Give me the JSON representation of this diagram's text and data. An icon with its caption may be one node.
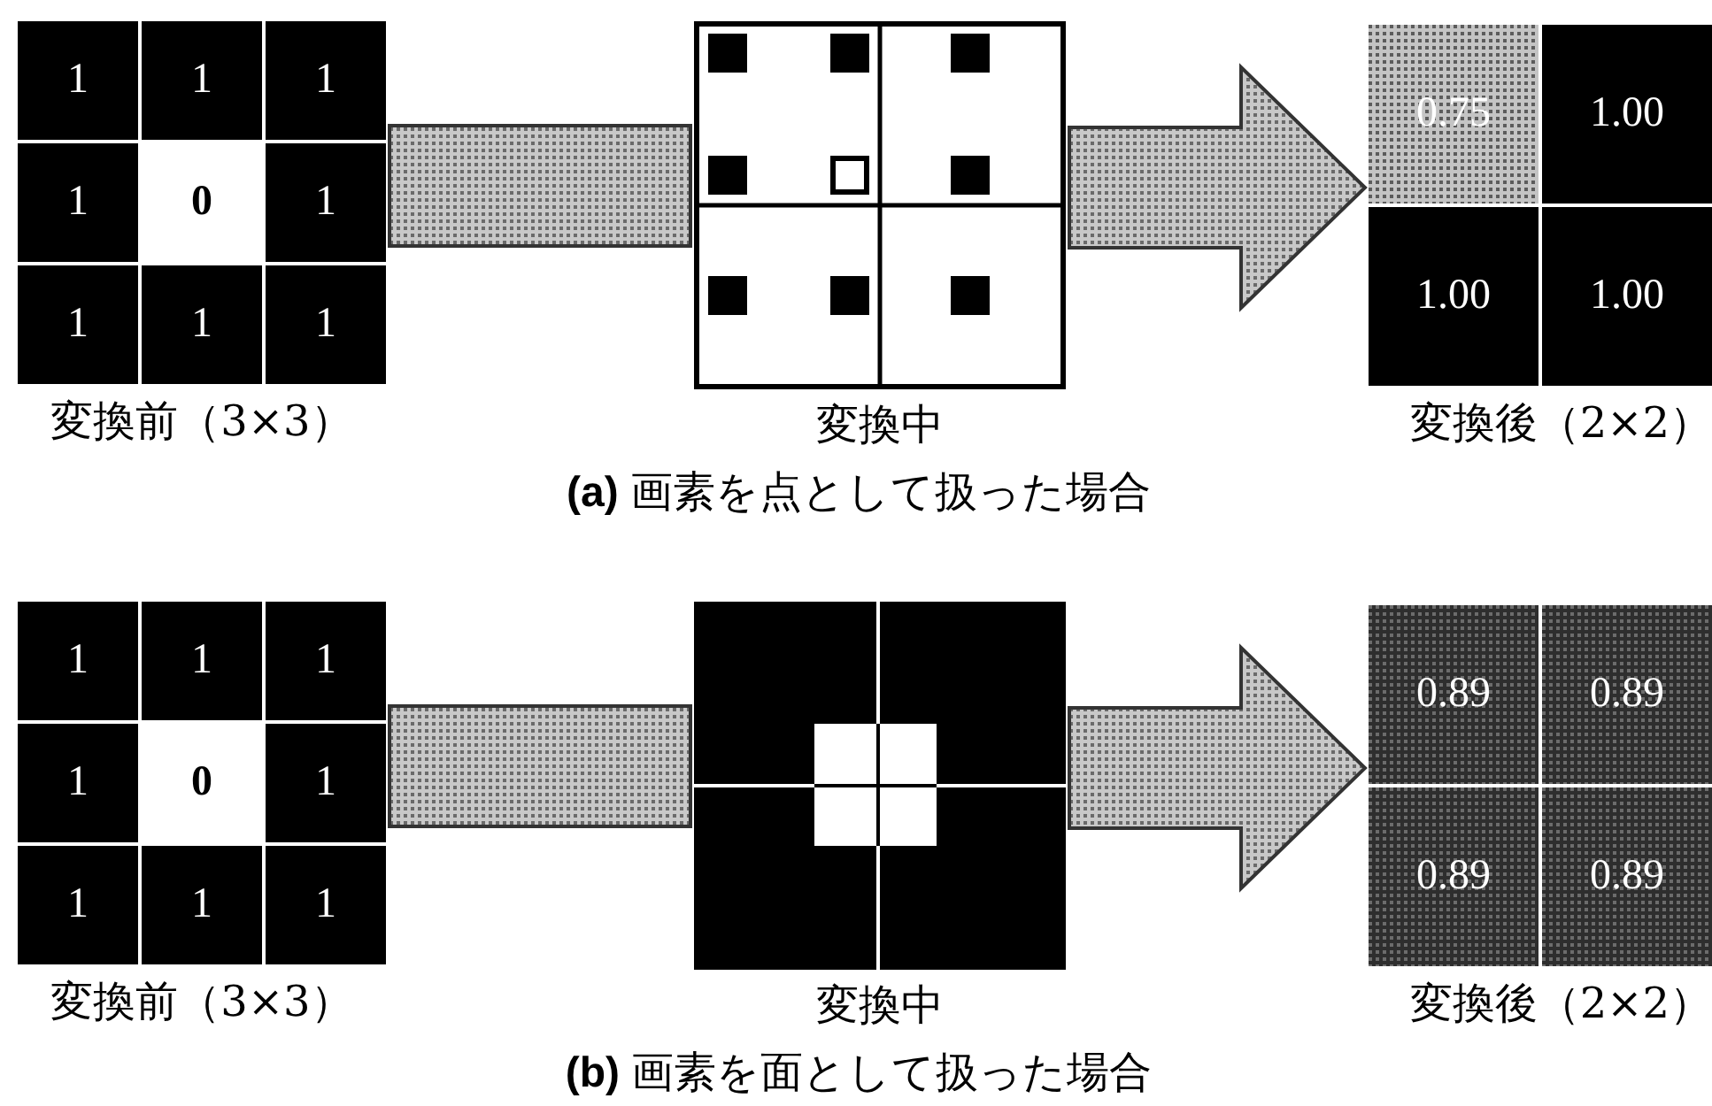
{
  "diagram": {
    "nodes": [
      {
        "text": [],
        "shape": "box",
        "beside": [
          "変換前（3×3）"
        ]
      },
      {
        "text": [
          "1"
        ],
        "in": 0
      },
      {
        "text": [
          "1"
        ],
        "in": 0
      },
      {
        "text": [
          "1"
        ],
        "in": 0
      },
      {
        "text": [
          "1"
        ],
        "in": 0
      },
      {
        "text": [
          "0"
        ],
        "in": 0
      },
      {
        "text": [
          "1"
        ],
        "in": 0
      },
      {
        "text": [
          "1"
        ],
        "in": 0
      },
      {
        "text": [
          "1"
        ],
        "in": 0
      },
      {
        "text": [
          "1"
        ],
        "in": 0
      },
      {
        "text": [],
        "shape": "box",
        "beside": [
          "変換中"
        ]
      },
      {
        "text": [],
        "shape": "box",
        "beside": [
          "変換後（2×2）"
        ]
      },
      {
        "text": [
          "0.75"
        ],
        "in": 11
      },
      {
        "text": [
          "1.00"
        ],
        "in": 11
      },
      {
        "text": [
          "1.00"
        ],
        "in": 11
      },
      {
        "text": [
          "1.00"
        ],
        "in": 11
      },
      {
        "text": [],
        "shape": "box",
        "beside": [
          "変換前（3×3）"
        ]
      },
      {
        "text": [
          "1"
        ],
        "in": 16
      },
      {
        "text": [
          "1"
        ],
        "in": 16
      },
      {
        "text": [
          "1"
        ],
        "in": 16
      },
      {
        "text": [
          "1"
        ],
        "in": 16
      },
      {
        "text": [
          "0"
        ],
        "in": 16
      },
      {
        "text": [
          "1"
        ],
        "in": 16
      },
      {
        "text": [
          "1"
        ],
        "in": 16
      },
      {
        "text": [
          "1"
        ],
        "in": 16
      },
      {
        "text": [
          "1"
        ],
        "in": 16
      },
      {
        "text": [],
        "shape": "box",
        "beside": [
          "変換中"
        ]
      },
      {
        "text": [],
        "shape": "box",
        "beside": [
          "変換後（2×2）"
        ]
      },
      {
        "text": [
          "0.89"
        ],
        "in": 27
      },
      {
        "text": [
          "0.89"
        ],
        "in": 27
      },
      {
        "text": [
          "0.89"
        ],
        "in": 27
      },
      {
        "text": [
          "0.89"
        ],
        "in": 27
      }
    ],
    "edges": [
      {
        "from": 0,
        "to": 10,
        "arrow": "none"
      },
      {
        "from": 10,
        "to": 11,
        "arrow": "to"
      },
      {
        "from": 16,
        "to": 26,
        "arrow": "none"
      },
      {
        "from": 26,
        "to": 27,
        "arrow": "to"
      }
    ],
    "labels": [
      "**(a)** 画素を点として扱った場合",
      "**(b)** 画素を面として扱った場合"
    ]
  }
}
